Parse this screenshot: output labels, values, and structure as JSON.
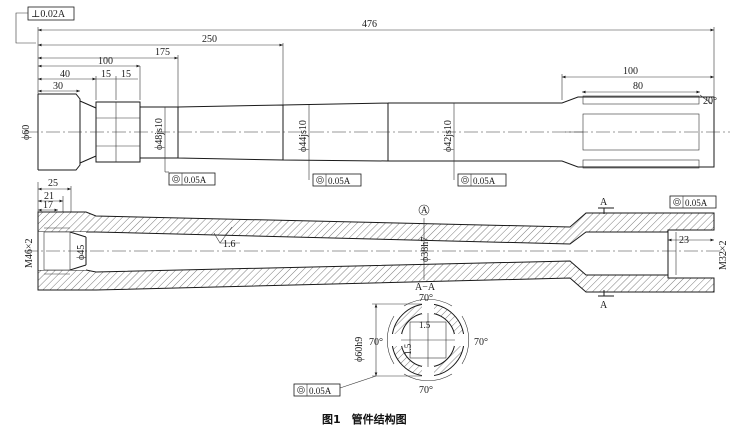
{
  "top_view": {
    "perp_tol": "⊥0.02A",
    "dims": {
      "d476": "476",
      "d250": "250",
      "d175": "175",
      "d100a": "100",
      "d40": "40",
      "d15a": "15",
      "d15b": "15",
      "d30": "30",
      "d100b": "100",
      "d80": "80",
      "angle20": "20°"
    },
    "diam60": "ϕ60",
    "diam48": "ϕ48js10",
    "diam44": "ϕ44js10",
    "diam42": "ϕ42js10",
    "conc1": "0.05A",
    "conc2": "0.05A",
    "conc3": "0.05A"
  },
  "section_view": {
    "dims": {
      "d25": "25",
      "d21": "21",
      "d17": "17",
      "d23": "23"
    },
    "thread_left": "M46×2",
    "thread_right": "M32×2",
    "diam45": "ϕ45",
    "diam38": "ϕ38h7",
    "rough": "1.6",
    "datum": "A",
    "cut_a1": "A",
    "cut_a2": "A",
    "conc_right": "0.05A"
  },
  "section_aa": {
    "label": "A−A",
    "diam60h9": "ϕ60h9",
    "a_top": "70°",
    "a_left": "70°",
    "a_right": "70°",
    "a_bottom": "70°",
    "w1": "1.5",
    "w2": "1.5",
    "conc": "0.05A"
  },
  "caption": "图1　管件结构图"
}
